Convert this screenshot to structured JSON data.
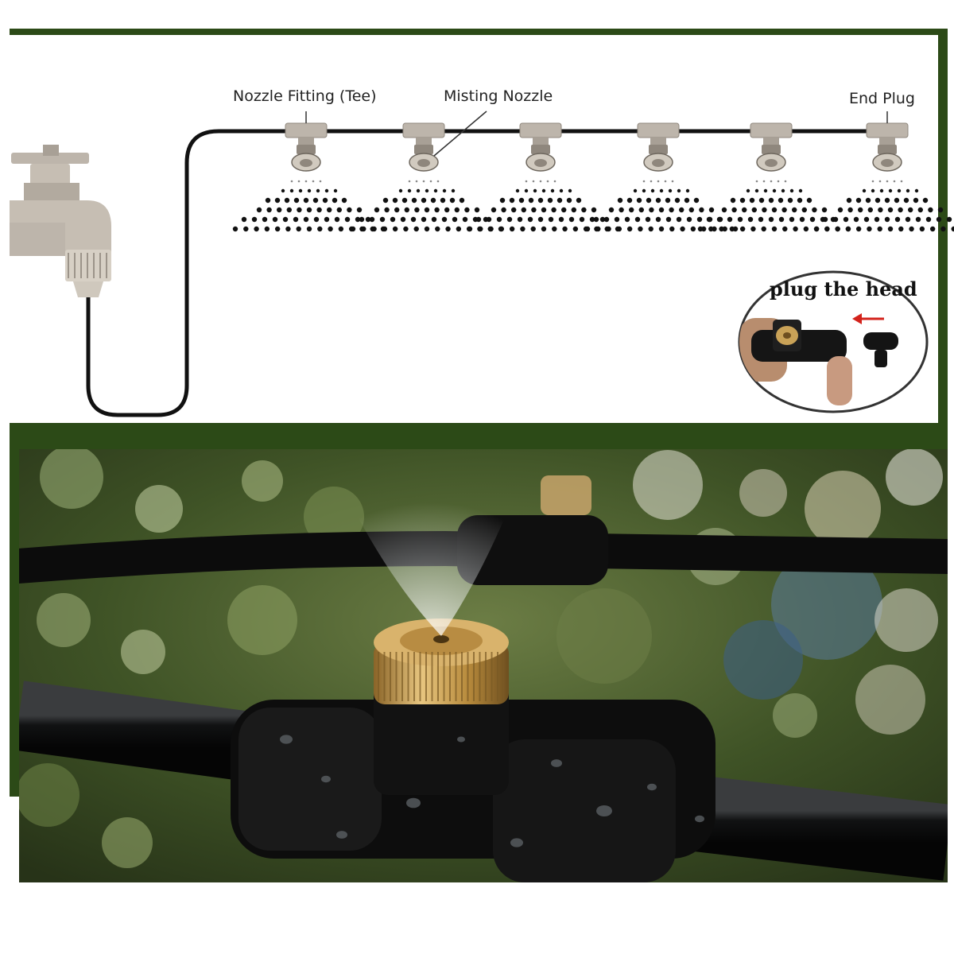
{
  "labels": {
    "nozzle_fitting": "Nozzle Fitting (Tee)",
    "misting_nozzle": "Misting Nozzle",
    "end_plug": "End Plug",
    "plug_the_head": "plug the head"
  },
  "colors": {
    "frame_green": "#2c4a17",
    "pipe": "#111111",
    "fitting_grey": "#bdb5ab",
    "nozzle_brass": "#c9a257",
    "arrow_red": "#d3221b"
  },
  "icons": {
    "faucet": "faucet-icon",
    "spray": "mist-spray-icon",
    "arrow": "red-arrow-icon"
  }
}
